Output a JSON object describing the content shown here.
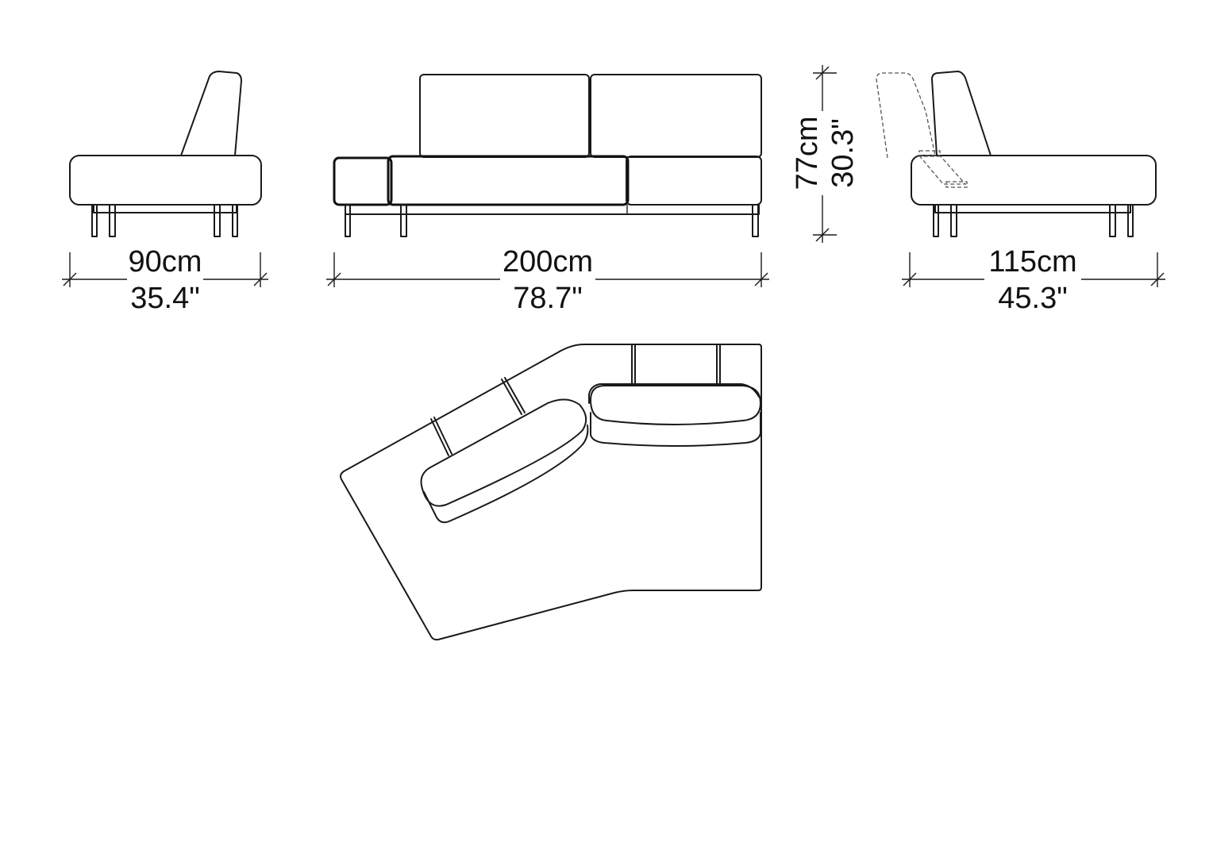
{
  "dimensions": {
    "side_left": {
      "metric": "90cm",
      "imperial": "35.4\""
    },
    "front": {
      "metric": "200cm",
      "imperial": "78.7\""
    },
    "height": {
      "metric": "77cm",
      "imperial": "30.3\""
    },
    "side_right": {
      "metric": "115cm",
      "imperial": "45.3\""
    }
  },
  "colors": {
    "line": "#1a1a1a",
    "background": "#ffffff",
    "dashed": "#555555"
  }
}
